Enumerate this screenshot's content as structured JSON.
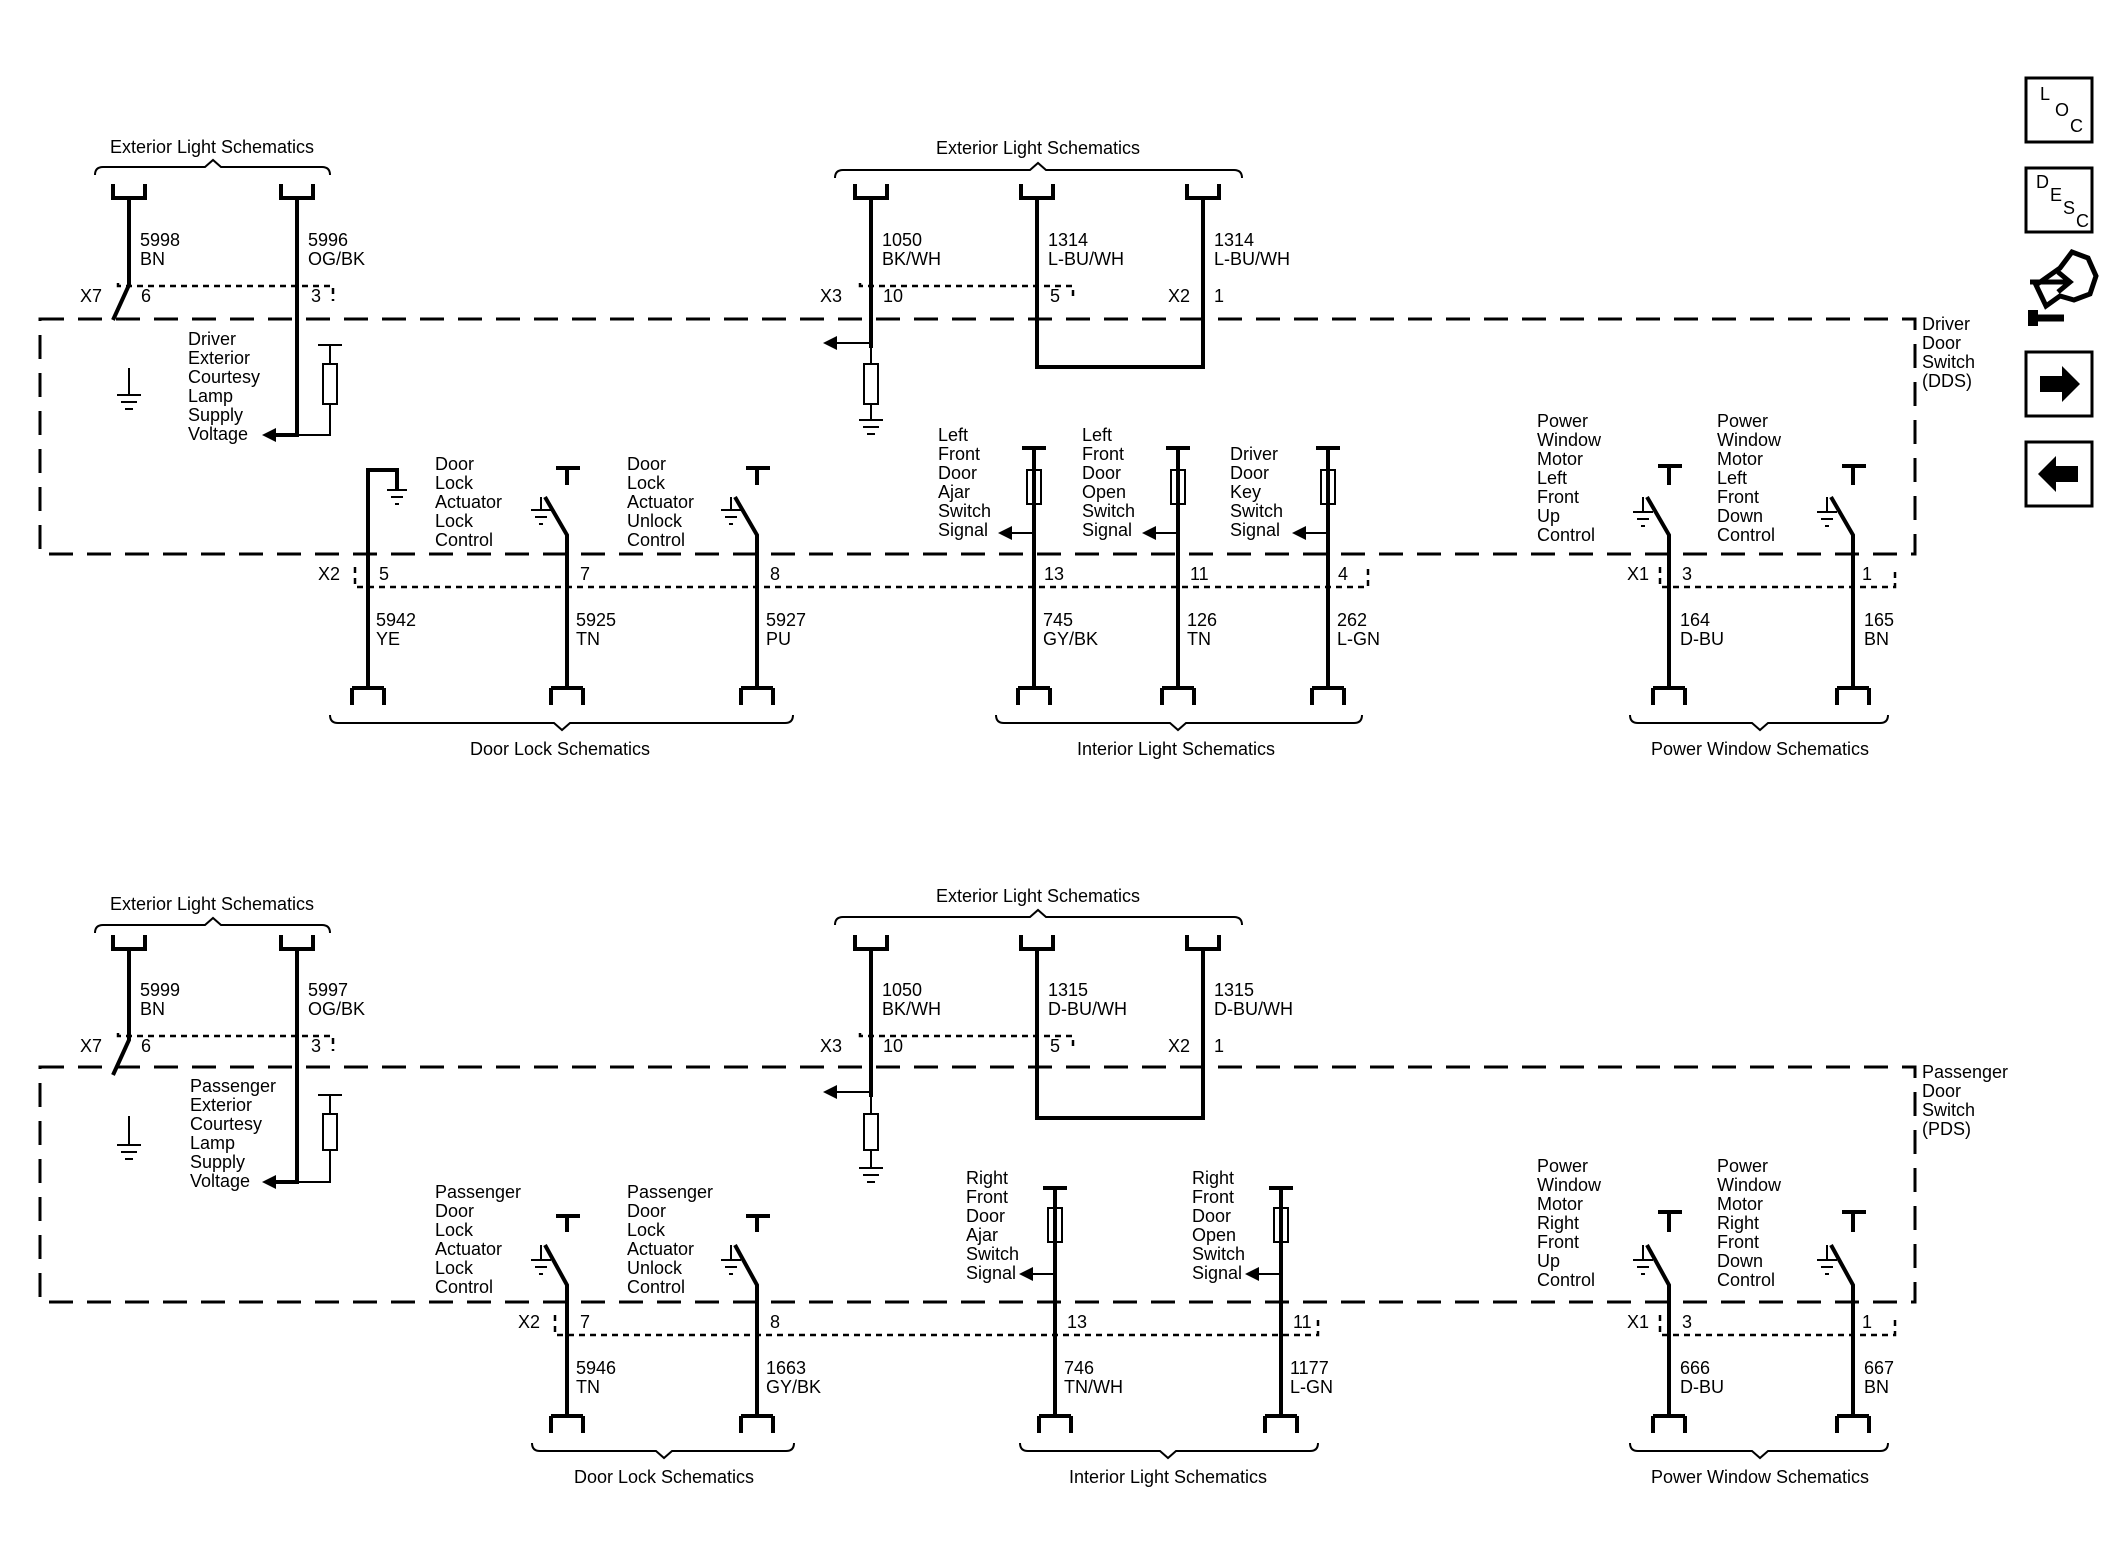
{
  "icons": {
    "loc": {
      "l1": "L",
      "l2": "O",
      "l3": "C"
    },
    "desc": {
      "l1": "D",
      "l2": "E",
      "l3": "S",
      "l4": "C"
    }
  },
  "diagrams": [
    {
      "module": [
        "Driver",
        "Door",
        "Switch",
        "(DDS)"
      ],
      "ext_left": "Exterior Light Schematics",
      "ext_mid": "Exterior Light Schematics",
      "x7": "X7",
      "x3": "X3",
      "x2_top": "X2",
      "x2_bottom": "X2",
      "x1": "X1",
      "w_5998": {
        "pin": "6",
        "ckt": "5998",
        "color": "BN"
      },
      "w_5996": {
        "pin": "3",
        "ckt": "5996",
        "color": "OG/BK"
      },
      "courtesy": [
        "Driver",
        "Exterior",
        "Courtesy",
        "Lamp",
        "Supply",
        "Voltage"
      ],
      "w_1050": {
        "pin": "10",
        "ckt": "1050",
        "color": "BK/WH"
      },
      "w_1314a": {
        "pin": "5",
        "ckt": "1314",
        "color": "L-BU/WH"
      },
      "w_1314b": {
        "pin": "1",
        "ckt": "1314",
        "color": "L-BU/WH"
      },
      "lock_lbl": [
        "Door",
        "Lock",
        "Actuator",
        "Lock",
        "Control"
      ],
      "unlock_lbl": [
        "Door",
        "Lock",
        "Actuator",
        "Unlock",
        "Control"
      ],
      "ajar_lbl": [
        "Left",
        "Front",
        "Door",
        "Ajar",
        "Switch",
        "Signal"
      ],
      "open_lbl": [
        "Left",
        "Front",
        "Door",
        "Open",
        "Switch",
        "Signal"
      ],
      "key_lbl": [
        "Driver",
        "Door",
        "Key",
        "Switch",
        "Signal"
      ],
      "pw_up_lbl": [
        "Power",
        "Window",
        "Motor",
        "Left",
        "Front",
        "Up",
        "Control"
      ],
      "pw_down_lbl": [
        "Power",
        "Window",
        "Motor",
        "Left",
        "Front",
        "Down",
        "Control"
      ],
      "w_5942": {
        "pin": "5",
        "ckt": "5942",
        "color": "YE"
      },
      "w_5925": {
        "pin": "7",
        "ckt": "5925",
        "color": "TN"
      },
      "w_5927": {
        "pin": "8",
        "ckt": "5927",
        "color": "PU"
      },
      "w_745": {
        "pin": "13",
        "ckt": "745",
        "color": "GY/BK"
      },
      "w_126": {
        "pin": "11",
        "ckt": "126",
        "color": "TN"
      },
      "w_262": {
        "pin": "4",
        "ckt": "262",
        "color": "L-GN"
      },
      "w_164": {
        "pin": "3",
        "ckt": "164",
        "color": "D-BU"
      },
      "w_165": {
        "pin": "1",
        "ckt": "165",
        "color": "BN"
      },
      "door_lock_sch": "Door Lock Schematics",
      "interior_sch": "Interior Light Schematics",
      "power_window_sch": "Power Window Schematics"
    },
    {
      "module": [
        "Passenger",
        "Door",
        "Switch",
        "(PDS)"
      ],
      "ext_left": "Exterior Light Schematics",
      "ext_mid": "Exterior Light Schematics",
      "x7": "X7",
      "x3": "X3",
      "x2_top": "X2",
      "x2_bottom": "X2",
      "x1": "X1",
      "w_5999": {
        "pin": "6",
        "ckt": "5999",
        "color": "BN"
      },
      "w_5997": {
        "pin": "3",
        "ckt": "5997",
        "color": "OG/BK"
      },
      "courtesy": [
        "Passenger",
        "Exterior",
        "Courtesy",
        "Lamp",
        "Supply",
        "Voltage"
      ],
      "w_1050": {
        "pin": "10",
        "ckt": "1050",
        "color": "BK/WH"
      },
      "w_1315a": {
        "pin": "5",
        "ckt": "1315",
        "color": "D-BU/WH"
      },
      "w_1315b": {
        "pin": "1",
        "ckt": "1315",
        "color": "D-BU/WH"
      },
      "lock_lbl": [
        "Passenger",
        "Door",
        "Lock",
        "Actuator",
        "Lock",
        "Control"
      ],
      "unlock_lbl": [
        "Passenger",
        "Door",
        "Lock",
        "Actuator",
        "Unlock",
        "Control"
      ],
      "ajar_lbl": [
        "Right",
        "Front",
        "Door",
        "Ajar",
        "Switch",
        "Signal"
      ],
      "open_lbl": [
        "Right",
        "Front",
        "Door",
        "Open",
        "Switch",
        "Signal"
      ],
      "pw_up_lbl": [
        "Power",
        "Window",
        "Motor",
        "Right",
        "Front",
        "Up",
        "Control"
      ],
      "pw_down_lbl": [
        "Power",
        "Window",
        "Motor",
        "Right",
        "Front",
        "Down",
        "Control"
      ],
      "w_5946": {
        "pin": "7",
        "ckt": "5946",
        "color": "TN"
      },
      "w_1663": {
        "pin": "8",
        "ckt": "1663",
        "color": "GY/BK"
      },
      "w_746": {
        "pin": "13",
        "ckt": "746",
        "color": "TN/WH"
      },
      "w_1177": {
        "pin": "11",
        "ckt": "1177",
        "color": "L-GN"
      },
      "w_666": {
        "pin": "3",
        "ckt": "666",
        "color": "D-BU"
      },
      "w_667": {
        "pin": "1",
        "ckt": "667",
        "color": "BN"
      },
      "door_lock_sch": "Door Lock Schematics",
      "interior_sch": "Interior Light Schematics",
      "power_window_sch": "Power Window Schematics"
    }
  ]
}
